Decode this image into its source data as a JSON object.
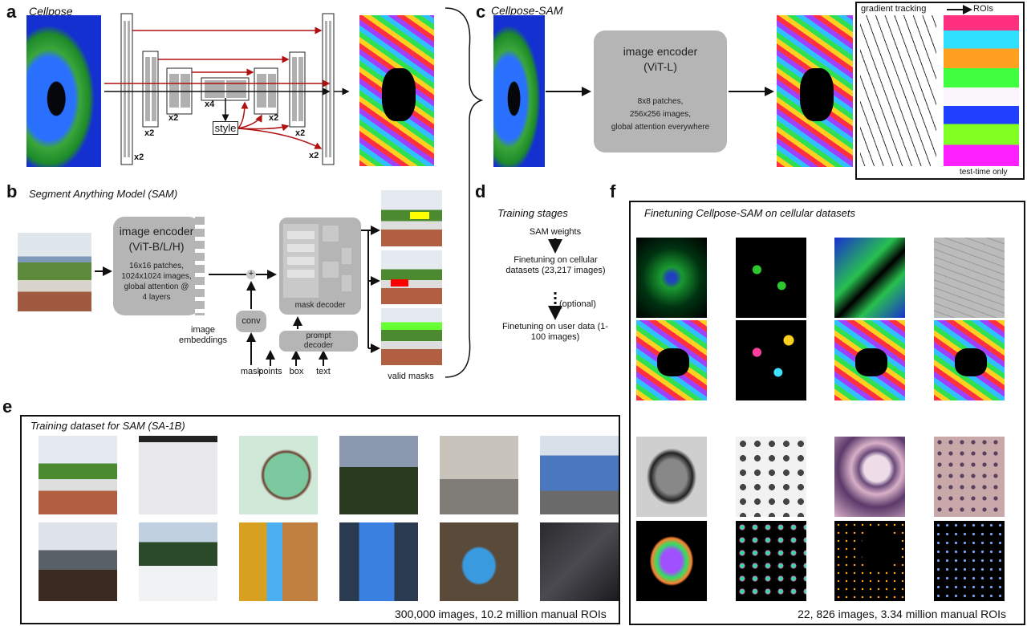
{
  "panel_a": {
    "label": "a",
    "title": "Cellpose",
    "multipliers": [
      "x2",
      "x2",
      "x2",
      "x4",
      "x2",
      "x2",
      "x2"
    ],
    "style_label": "style"
  },
  "panel_b": {
    "label": "b",
    "title": "Segment Anything Model (SAM)",
    "encoder_title": "image encoder",
    "encoder_model": "(ViT-B/L/H)",
    "encoder_details": [
      "16x16 patches,",
      "1024x1024 images,",
      "global attention @",
      "4 layers"
    ],
    "embeddings_label": "image embeddings",
    "plus": "+",
    "conv_label": "conv",
    "mask_input_label": "mask",
    "mask_decoder_label": "mask decoder",
    "prompt_decoder_label": "prompt decoder",
    "prompts": [
      "points",
      "box",
      "text"
    ],
    "output_label": "valid masks"
  },
  "panel_c": {
    "label": "c",
    "title": "Cellpose-SAM",
    "encoder_title": "image encoder",
    "encoder_model": "(ViT-L)",
    "encoder_details": [
      "8x8 patches,",
      "256x256 images,",
      "global attention everywhere"
    ],
    "tracking_label": "gradient tracking",
    "rois_label": "ROIs",
    "test_time_label": "test-time only"
  },
  "panel_d": {
    "label": "d",
    "title": "Training stages",
    "stage1": "SAM weights",
    "stage2": "Finetuning on cellular datasets (23,217 images)",
    "optional": "(optional)",
    "stage3": "Finetuning on user data (1-100 images)"
  },
  "panel_e": {
    "label": "e",
    "title": "Training dataset for SAM (SA-1B)",
    "caption": "300,000 images, 10.2 million manual ROIs"
  },
  "panel_f": {
    "label": "f",
    "title": "Finetuning Cellpose-SAM on cellular datasets",
    "caption": "22, 826 images, 3.34 million manual ROIs"
  },
  "colors": {
    "skip_arrow": "#b01010",
    "box_gray": "#b5b5b5"
  }
}
